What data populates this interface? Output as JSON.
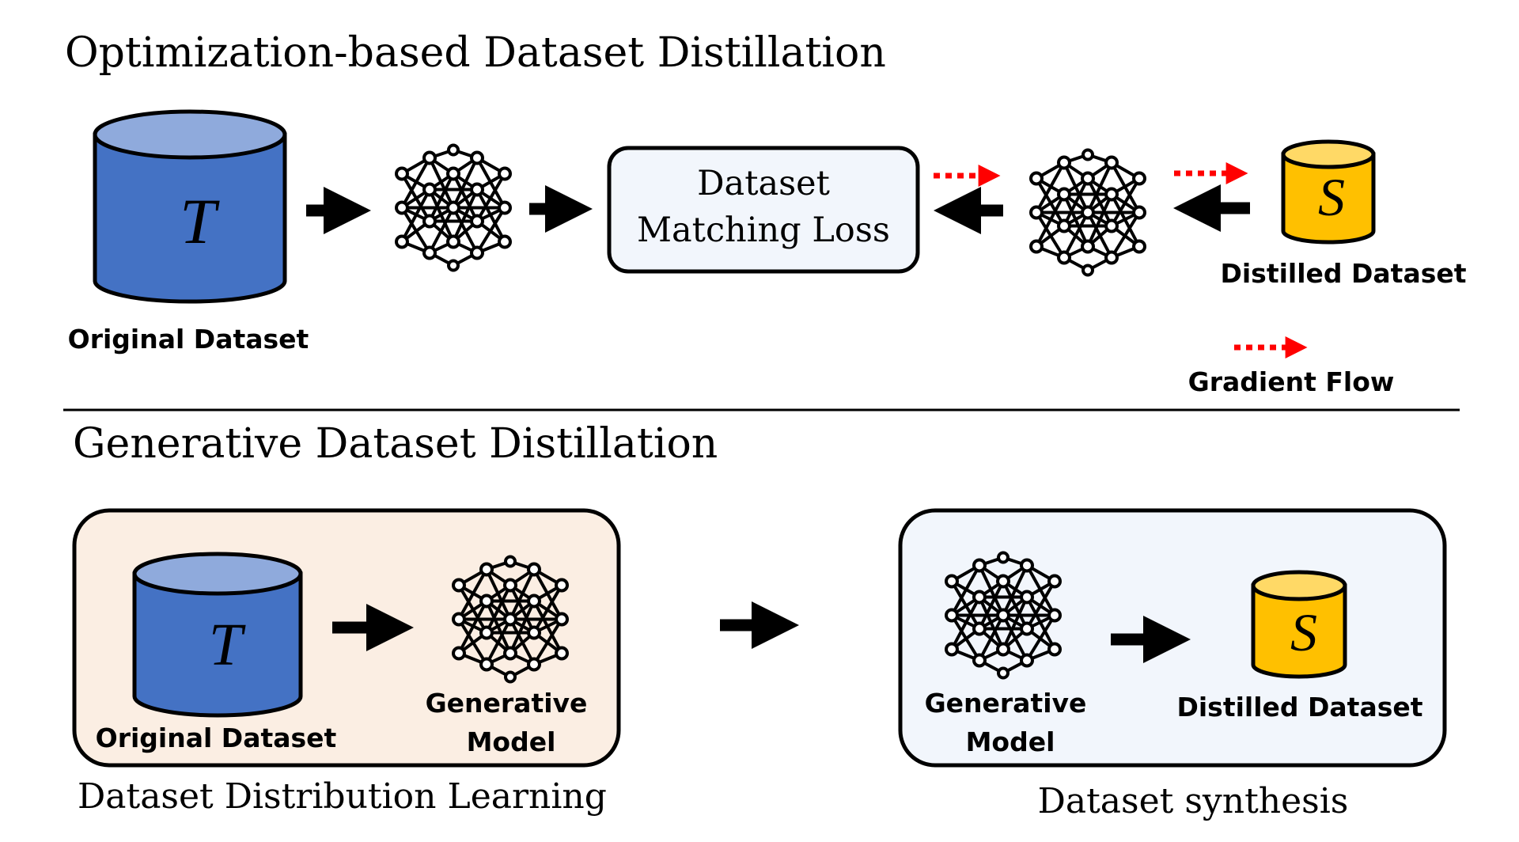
{
  "top_section": {
    "title": "Optimization-based Dataset Distillation",
    "original_dataset": {
      "symbol": "T",
      "label": "Original Dataset"
    },
    "matching_box": {
      "line1": "Dataset",
      "line2": "Matching Loss"
    },
    "distilled_dataset": {
      "symbol": "S",
      "label": "Distilled Dataset"
    },
    "legend": {
      "label": "Gradient Flow"
    }
  },
  "bottom_section": {
    "title": "Generative Dataset Distillation",
    "learning_panel": {
      "original_dataset": {
        "symbol": "T",
        "label": "Original Dataset"
      },
      "generative_model": {
        "line1": "Generative",
        "line2": "Model"
      },
      "caption": "Dataset Distribution Learning"
    },
    "synthesis_panel": {
      "generative_model": {
        "line1": "Generative",
        "line2": "Model"
      },
      "distilled_dataset": {
        "symbol": "S",
        "label": "Distilled Dataset"
      },
      "caption": "Dataset synthesis"
    }
  },
  "colors": {
    "original_dataset_fill": "#4472C4",
    "original_dataset_top": "#8FAADC",
    "distilled_dataset_fill": "#FFC000",
    "distilled_dataset_top": "#FFD966",
    "gradient_arrow": "#FF0000",
    "learning_panel_bg": "#FBEEE3",
    "synthesis_panel_bg": "#F2F6FC",
    "matching_box_bg": "#F2F6FC"
  },
  "icons": {
    "dataset": "database-cylinder-icon",
    "network": "neural-network-icon",
    "flow": "arrow-right-icon",
    "gradient": "dashed-red-arrow-icon"
  }
}
